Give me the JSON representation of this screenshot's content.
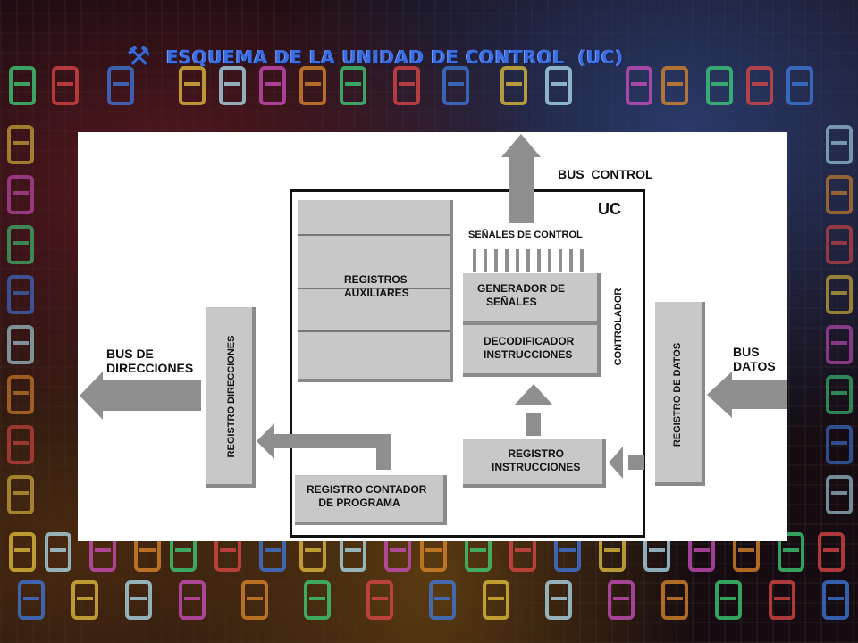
{
  "title": "ESQUEMA DE LA UNIDAD DE CONTROL  (UC)",
  "title_icon": "tools-icon",
  "colors": {
    "title": "#3b6de0",
    "diagram_box": "#c8c8c8",
    "diagram_shadow": "#8a8a8a",
    "arrow": "#8f8f8f",
    "panel": "#ffffff"
  },
  "diagram": {
    "bus_control": "BUS  CONTROL",
    "uc": "UC",
    "senales_control": "SEÑALES DE CONTROL",
    "registros_auxiliares": "REGISTROS\nAUXILIARES",
    "generador": "GENERADOR DE\n   SEÑALES",
    "decodificador": "DECODIFICADOR\nINSTRUCCIONES",
    "controlador": "CONTROLADOR",
    "registro_instrucciones": "REGISTRO\nINSTRUCCIONES",
    "registro_contador": "REGISTRO CONTADOR\n    DE PROGRAMA",
    "registro_direcciones": "REGISTRO DIRECCIONES",
    "registro_datos": "REGISTRO DE DATOS",
    "bus_direcciones": "BUS DE\nDIRECCIONES",
    "bus_datos": "BUS\nDATOS"
  }
}
